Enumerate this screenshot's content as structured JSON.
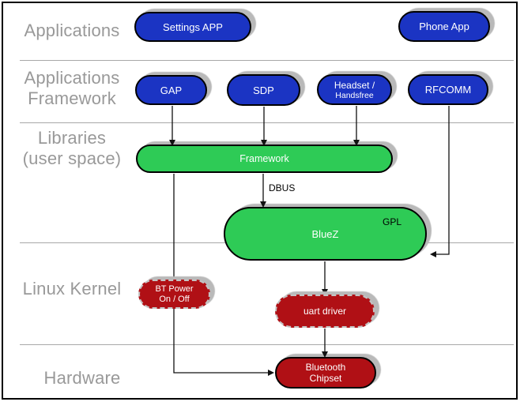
{
  "layers": [
    {
      "lines": [
        "Applications"
      ]
    },
    {
      "lines": [
        "Applications",
        "Framework"
      ]
    },
    {
      "lines": [
        "Libraries",
        "(user space)"
      ]
    },
    {
      "lines": [
        "Linux Kernel"
      ]
    },
    {
      "lines": [
        "Hardware"
      ]
    }
  ],
  "nodes": {
    "settings_app": {
      "label": "Settings APP",
      "color": "#1b34c3"
    },
    "phone_app": {
      "label": "Phone App",
      "color": "#1b34c3"
    },
    "gap": {
      "label": "GAP",
      "color": "#1b34c3"
    },
    "sdp": {
      "label": "SDP",
      "color": "#1b34c3"
    },
    "headset": {
      "label": "Headset /",
      "label2": "Handsfree",
      "color": "#1b34c3"
    },
    "rfcomm": {
      "label": "RFCOMM",
      "color": "#1b34c3"
    },
    "framework": {
      "label": "Framework",
      "color": "#2ecb56"
    },
    "bluez": {
      "label": "BlueZ",
      "license": "GPL",
      "color": "#2ecb56"
    },
    "bt_power": {
      "label": "BT Power",
      "label2": "On / Off",
      "color": "#b01015",
      "border": "dashed"
    },
    "uart_driver": {
      "label": "uart driver",
      "color": "#b01015",
      "border": "dashed"
    },
    "bt_chipset": {
      "label": "Bluetooth",
      "label2": "Chipset",
      "color": "#b01015"
    }
  },
  "edges": [
    {
      "from": "GAP",
      "to": "Framework",
      "label": ""
    },
    {
      "from": "SDP",
      "to": "Framework",
      "label": ""
    },
    {
      "from": "Headset / Handsfree",
      "to": "Framework",
      "label": ""
    },
    {
      "from": "Framework",
      "to": "BlueZ",
      "label": "DBUS"
    },
    {
      "from": "RFCOMM",
      "to": "BlueZ",
      "label": ""
    },
    {
      "from": "BlueZ",
      "to": "uart driver",
      "label": ""
    },
    {
      "from": "uart driver",
      "to": "Bluetooth Chipset",
      "label": ""
    },
    {
      "from": "Framework",
      "to": "Bluetooth Chipset",
      "via": "BT Power On / Off",
      "label": ""
    }
  ],
  "edge_labels": {
    "dbus": "DBUS"
  },
  "colors": {
    "node_blue": "#1b34c3",
    "node_green": "#2ecb56",
    "node_red": "#b01015",
    "layer_label": "#999999",
    "separator": "#a8a8a8",
    "shadow": "#b9b9b9",
    "arrow": "#111111",
    "frame_border": "#000000"
  }
}
